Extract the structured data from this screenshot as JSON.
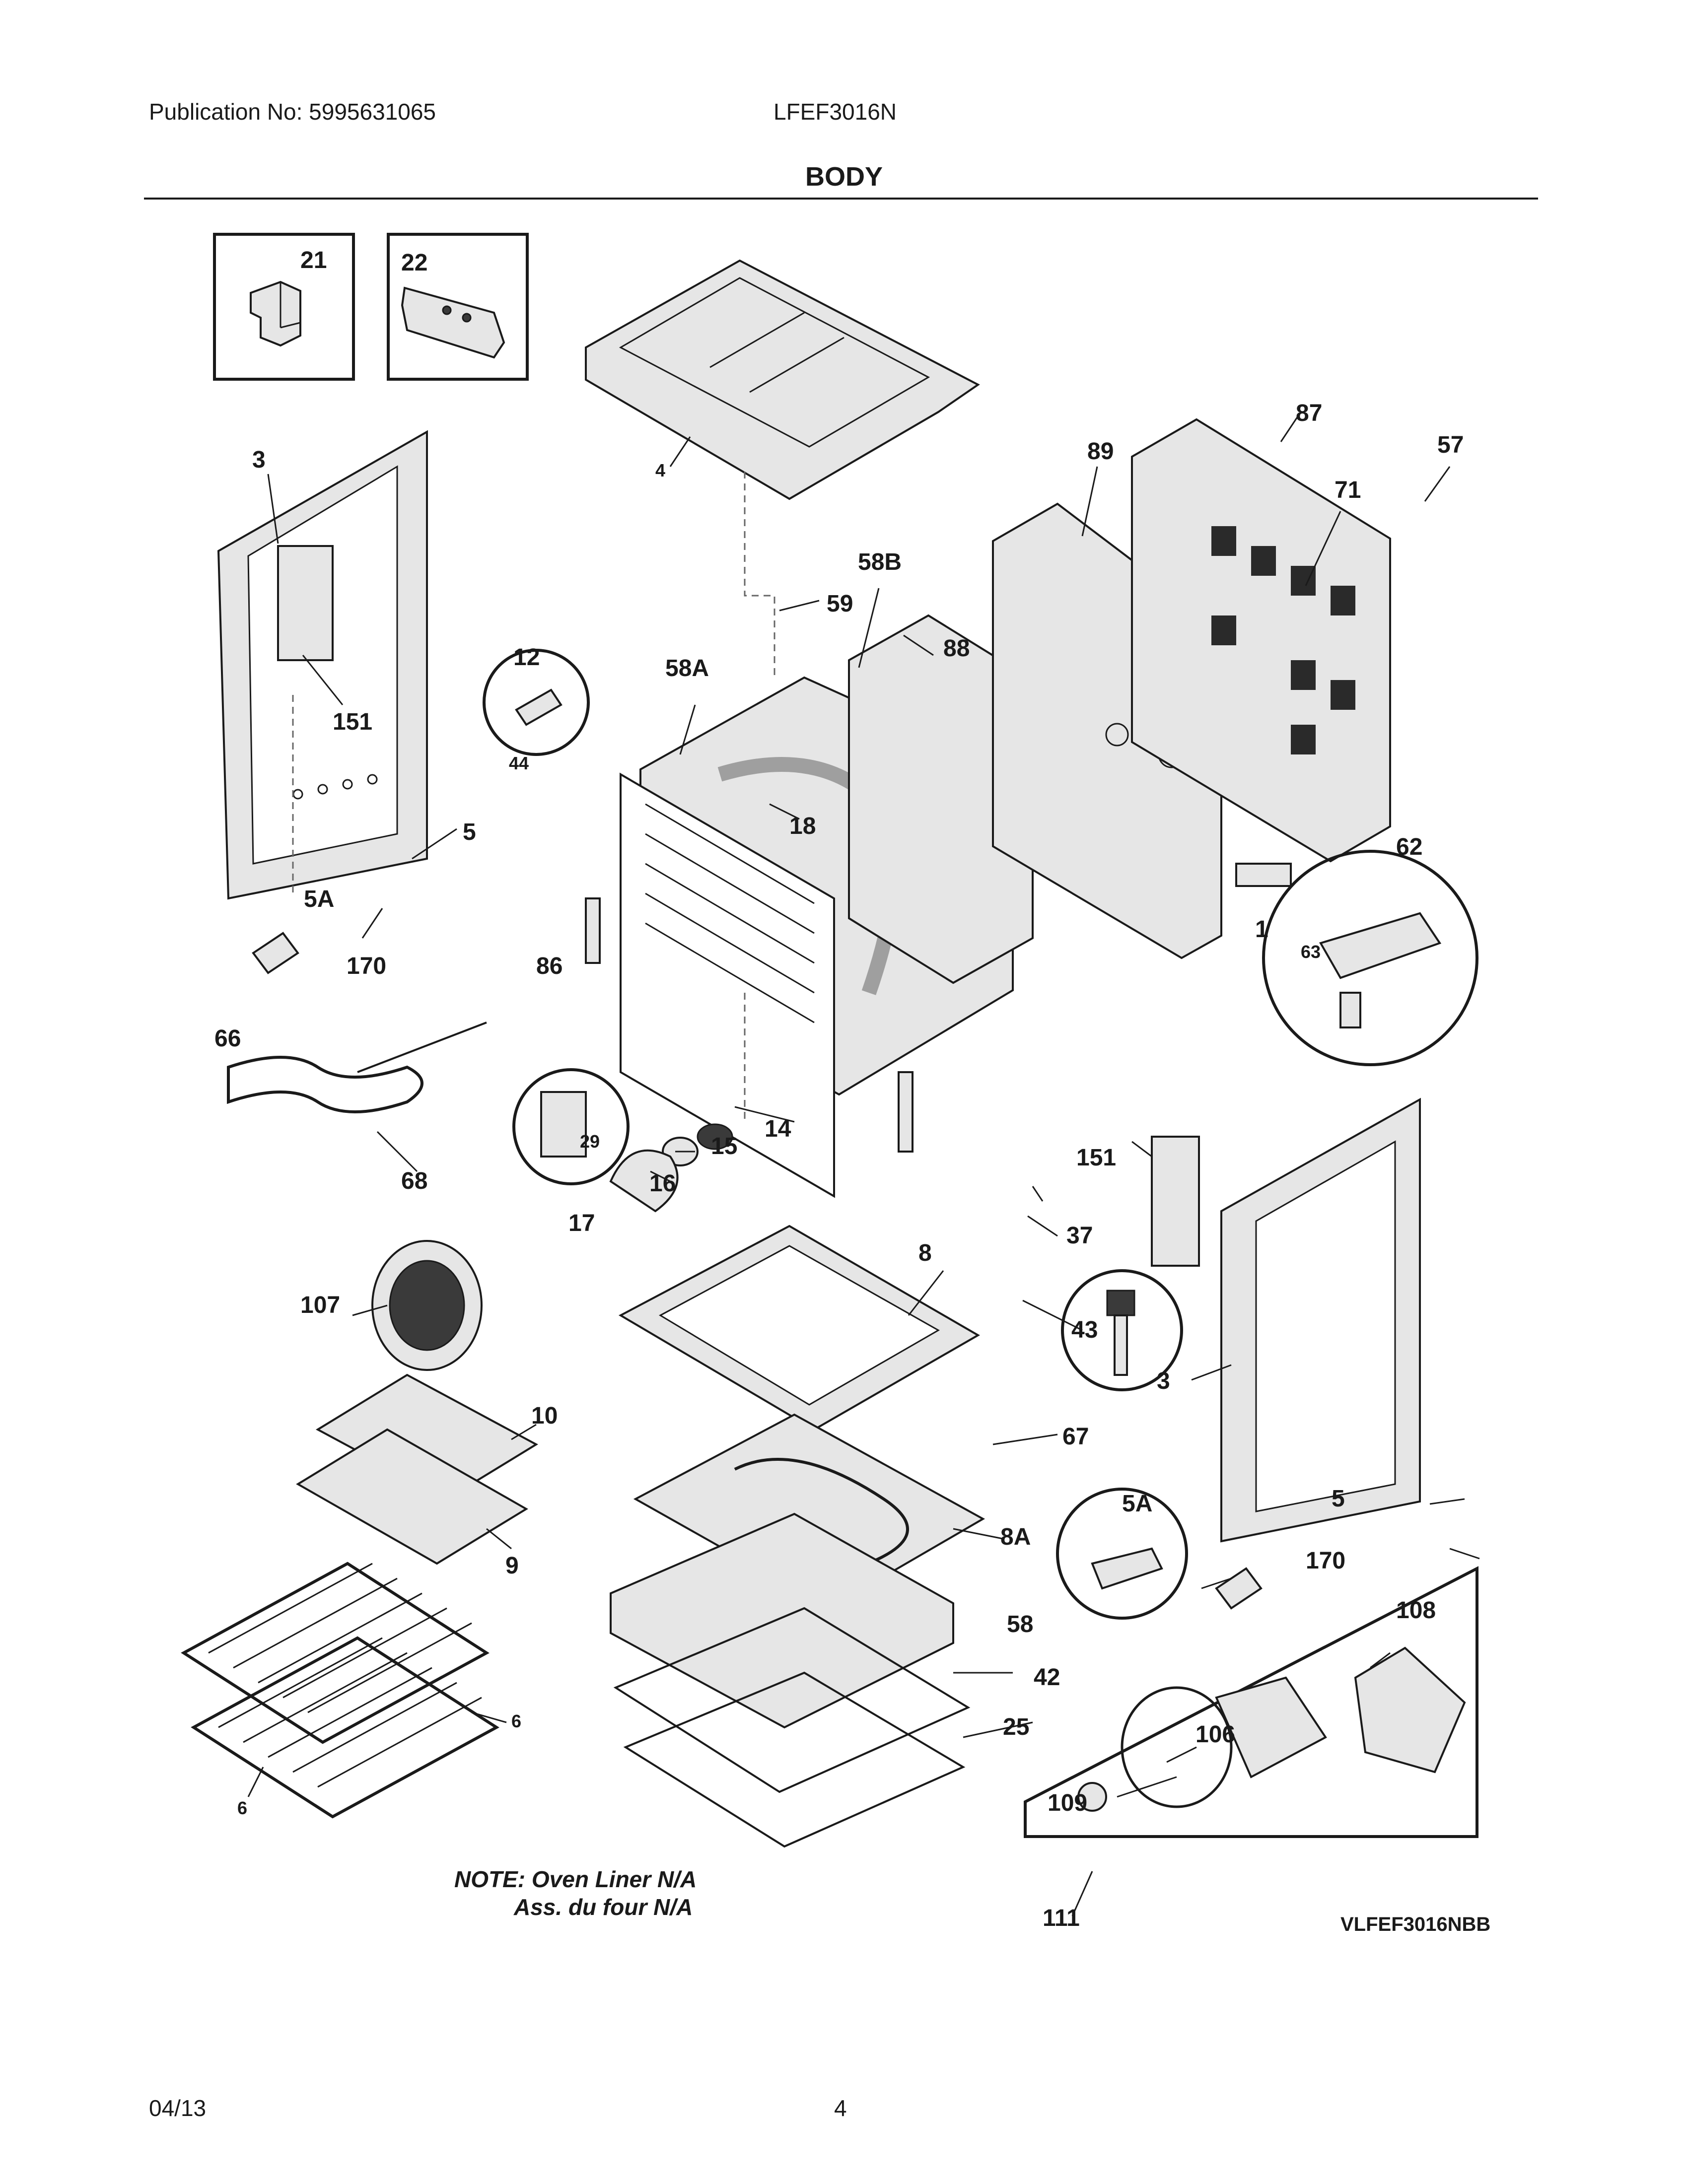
{
  "header": {
    "publication": "Publication No: 5995631065",
    "model": "LFEF3016N",
    "title": "BODY"
  },
  "callouts": [
    "21",
    "22",
    "4",
    "87",
    "89",
    "57",
    "71",
    "3",
    "58B",
    "59",
    "88",
    "12",
    "58A",
    "44",
    "18",
    "151",
    "5",
    "62",
    "5A",
    "170",
    "86",
    "1",
    "63",
    "66",
    "29",
    "14",
    "15",
    "16",
    "17",
    "68",
    "151",
    "37",
    "8",
    "43",
    "107",
    "3",
    "10",
    "67",
    "9",
    "8A",
    "5",
    "5A",
    "170",
    "108",
    "58",
    "42",
    "6",
    "106",
    "25",
    "6",
    "109",
    "111"
  ],
  "note": {
    "line1": "NOTE: Oven Liner N/A",
    "line2": "Ass. du four N/A"
  },
  "diagram_code": "VLFEF3016NBB",
  "footer": {
    "date": "04/13",
    "page": "4"
  }
}
